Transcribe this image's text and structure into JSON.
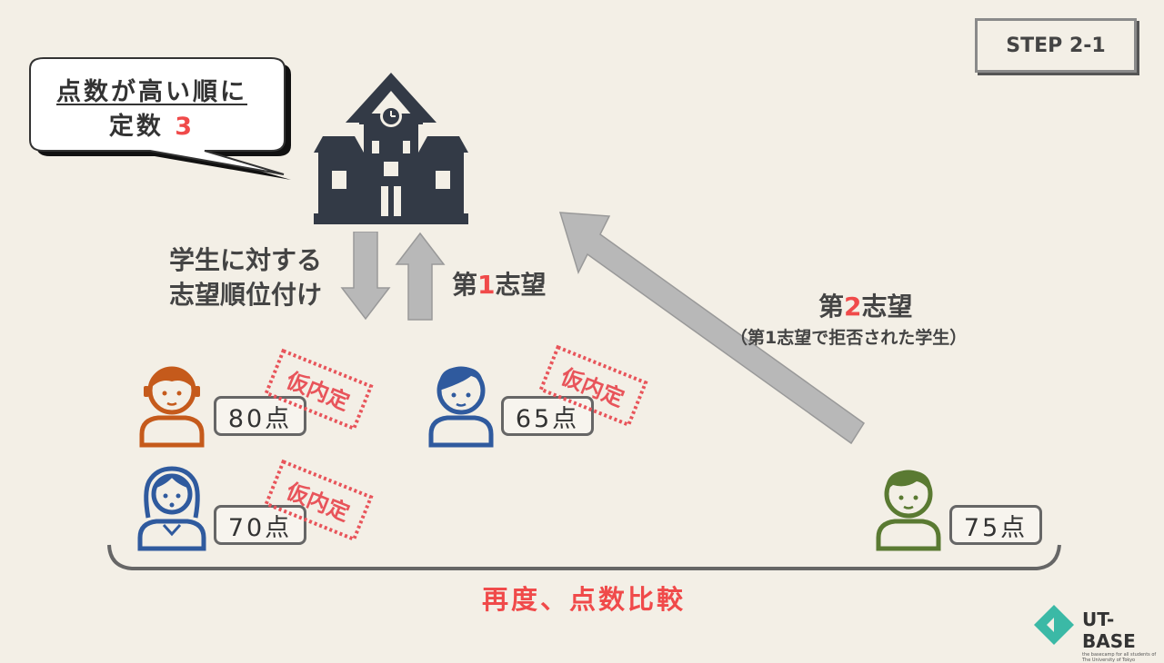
{
  "step": {
    "label": "STEP 2-1"
  },
  "bubble": {
    "line1": "点数が高い順に",
    "line2_prefix": "定数 ",
    "line2_number": "3"
  },
  "school": {
    "icon": "school-building-icon"
  },
  "ranking_label": {
    "line1": "学生に対する",
    "line2": "志望順位付け"
  },
  "pref1": {
    "prefix": "第",
    "number": "1",
    "suffix": "志望"
  },
  "pref2": {
    "prefix": "第",
    "number": "2",
    "suffix": "志望",
    "note": "（第1志望で拒否された学生）"
  },
  "students": [
    {
      "score": "80点",
      "color": "#c55a1b"
    },
    {
      "score": "65点",
      "color": "#2f5a9e"
    },
    {
      "score": "70点",
      "color": "#2f5a9e"
    },
    {
      "score": "75点",
      "color": "#5a7a32"
    }
  ],
  "stamp": {
    "text": "仮内定",
    "color": "#e8545a"
  },
  "compare": {
    "label": "再度、点数比較"
  },
  "logo": {
    "name": "UT-BASE",
    "sub_line1": "the basecamp for all students of",
    "sub_line2": "The University of Tokyo",
    "accent": "#3bb9a6"
  }
}
